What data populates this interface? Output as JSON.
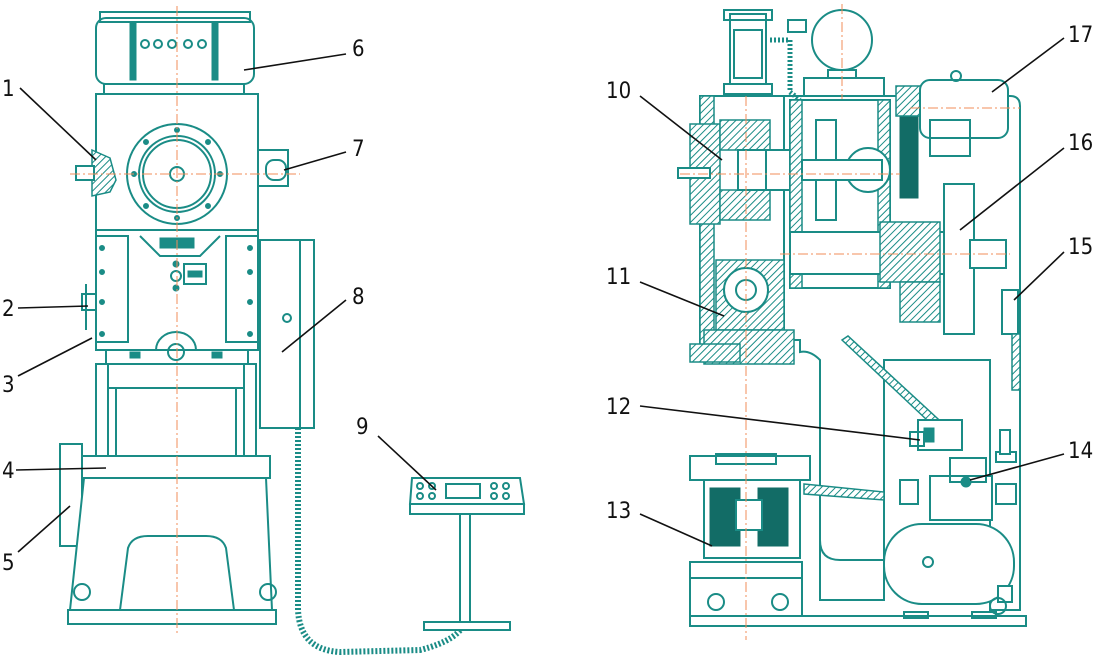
{
  "colors": {
    "line": "#1a8c86",
    "line_dark": "#126c66",
    "centerline": "#f08c5a",
    "label": "#111111",
    "background": "#ffffff"
  },
  "callouts": [
    {
      "id": "1",
      "text": "1"
    },
    {
      "id": "2",
      "text": "2"
    },
    {
      "id": "3",
      "text": "3"
    },
    {
      "id": "4",
      "text": "4"
    },
    {
      "id": "5",
      "text": "5"
    },
    {
      "id": "6",
      "text": "6"
    },
    {
      "id": "7",
      "text": "7"
    },
    {
      "id": "8",
      "text": "8"
    },
    {
      "id": "9",
      "text": "9"
    },
    {
      "id": "10",
      "text": "10"
    },
    {
      "id": "11",
      "text": "11"
    },
    {
      "id": "12",
      "text": "12"
    },
    {
      "id": "13",
      "text": "13"
    },
    {
      "id": "14",
      "text": "14"
    },
    {
      "id": "15",
      "text": "15"
    },
    {
      "id": "16",
      "text": "16"
    },
    {
      "id": "17",
      "text": "17"
    }
  ]
}
